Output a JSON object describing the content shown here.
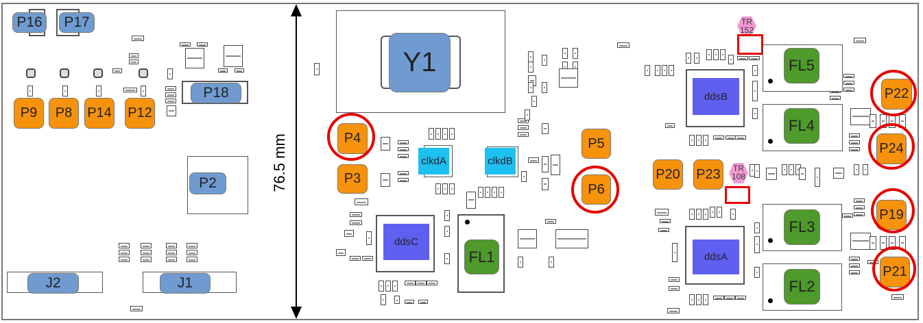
{
  "dimension": {
    "label": "76.5 mm"
  },
  "left_section": {
    "connectors_blue": [
      "P16",
      "P17",
      "P18",
      "P2",
      "J2",
      "J1"
    ],
    "pads_orange": [
      "P9",
      "P8",
      "P14",
      "P12"
    ]
  },
  "center_section": {
    "crystal": "Y1",
    "pads_orange": [
      "P4",
      "P3",
      "P5",
      "P6"
    ],
    "clock_chips": [
      "clkdA",
      "clkdB"
    ],
    "dds": "ddsC",
    "filter": "FL1"
  },
  "right_section": {
    "dds": [
      "ddsB",
      "ddsA"
    ],
    "filters": [
      "FL5",
      "FL4",
      "FL3",
      "FL2"
    ],
    "pads_orange": [
      "P20",
      "P23",
      "P22",
      "P24",
      "P19",
      "P21"
    ],
    "test_points": [
      {
        "line1": "TR",
        "line2": "152"
      },
      {
        "line1": "TR",
        "line2": "108"
      }
    ]
  },
  "highlighted": [
    "P4",
    "P6",
    "P22",
    "P24",
    "P19",
    "P21"
  ],
  "colors": {
    "connector": "#6f9bd1",
    "pad": "#f7920c",
    "filter": "#4e9a2a",
    "dds": "#5f5ff0",
    "clock": "#1ec0ef",
    "highlight": "#e60000",
    "test_point": "#f29ad4"
  }
}
